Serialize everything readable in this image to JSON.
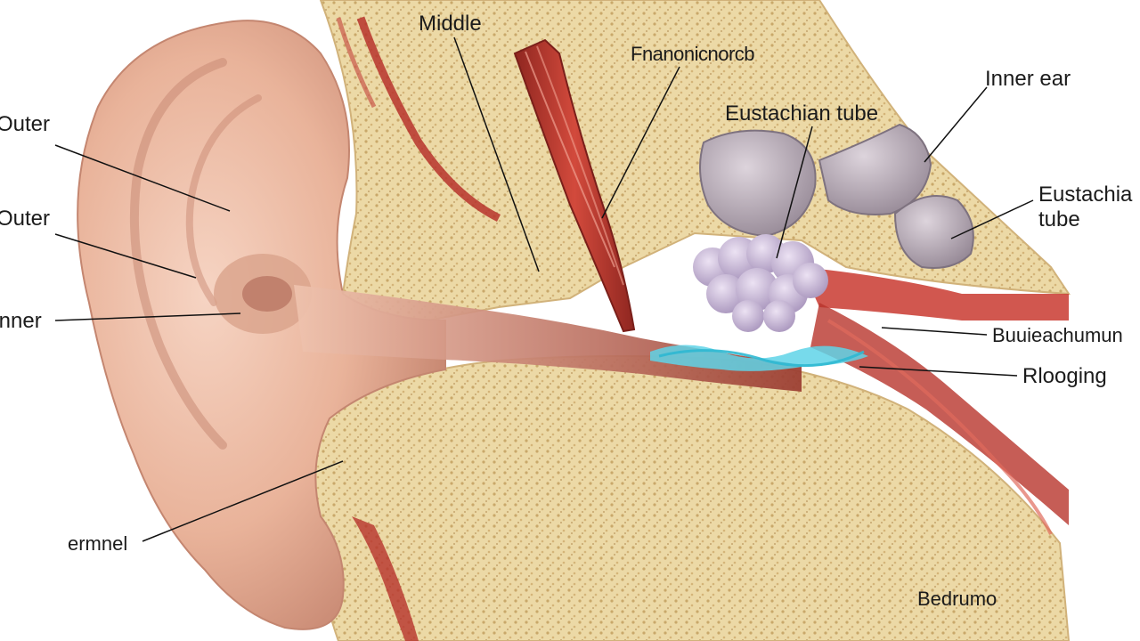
{
  "labels": {
    "outer_1": "Outer",
    "outer_2": "Outer",
    "inner": "Inner",
    "tunnel": "ermnel",
    "middle": "Middle",
    "franco": "Fnanonicnorcb",
    "eustachian_1": "Eustachian tube",
    "inner_ear": "Inner ear",
    "eustachian_2": "Eustachia tube",
    "buui": "Buuieachumun",
    "blocking": "Rlooging",
    "bedrum": "Bedrumo"
  },
  "colors": {
    "skin": "#e9b39a",
    "skin_shadow": "#c98a74",
    "bone": "#ecd9a6",
    "bone_dots": "#c9a86a",
    "canal_red": "#b7322c",
    "muscle_red": "#b8352c",
    "inner_ear_grey": "#b7aab5",
    "mucus_purple": "#c8b3d6",
    "blocking_cyan": "#5fd3e8"
  },
  "icons": {
    "anatomy": "ear-cross-section-illustration"
  }
}
